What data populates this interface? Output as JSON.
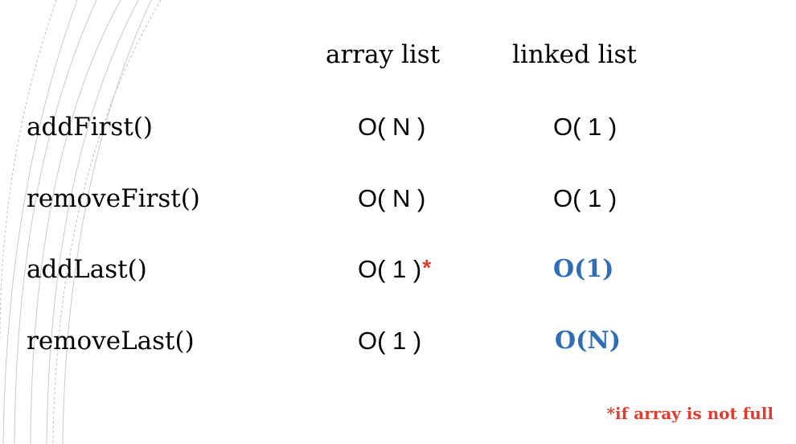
{
  "colors": {
    "accent_red": "#e23b2e",
    "accent_blue": "#2f6db5",
    "text": "#000000",
    "decoration": "#c8c8c8"
  },
  "headers": {
    "array_list": "array list",
    "linked_list": "linked list"
  },
  "rows": [
    {
      "method": "addFirst()",
      "array_list": "O( N )",
      "array_note": "",
      "linked_list": "O( 1 )",
      "linked_highlight": false
    },
    {
      "method": "removeFirst()",
      "array_list": "O( N )",
      "array_note": "",
      "linked_list": "O( 1 )",
      "linked_highlight": false
    },
    {
      "method": "addLast()",
      "array_list": "O( 1 )",
      "array_note": "*",
      "linked_list": "O(1)",
      "linked_highlight": true
    },
    {
      "method": "removeLast()",
      "array_list": "O( 1 )",
      "array_note": "",
      "linked_list": "O(N)",
      "linked_highlight": true
    }
  ],
  "footnote": "*if array is not full"
}
